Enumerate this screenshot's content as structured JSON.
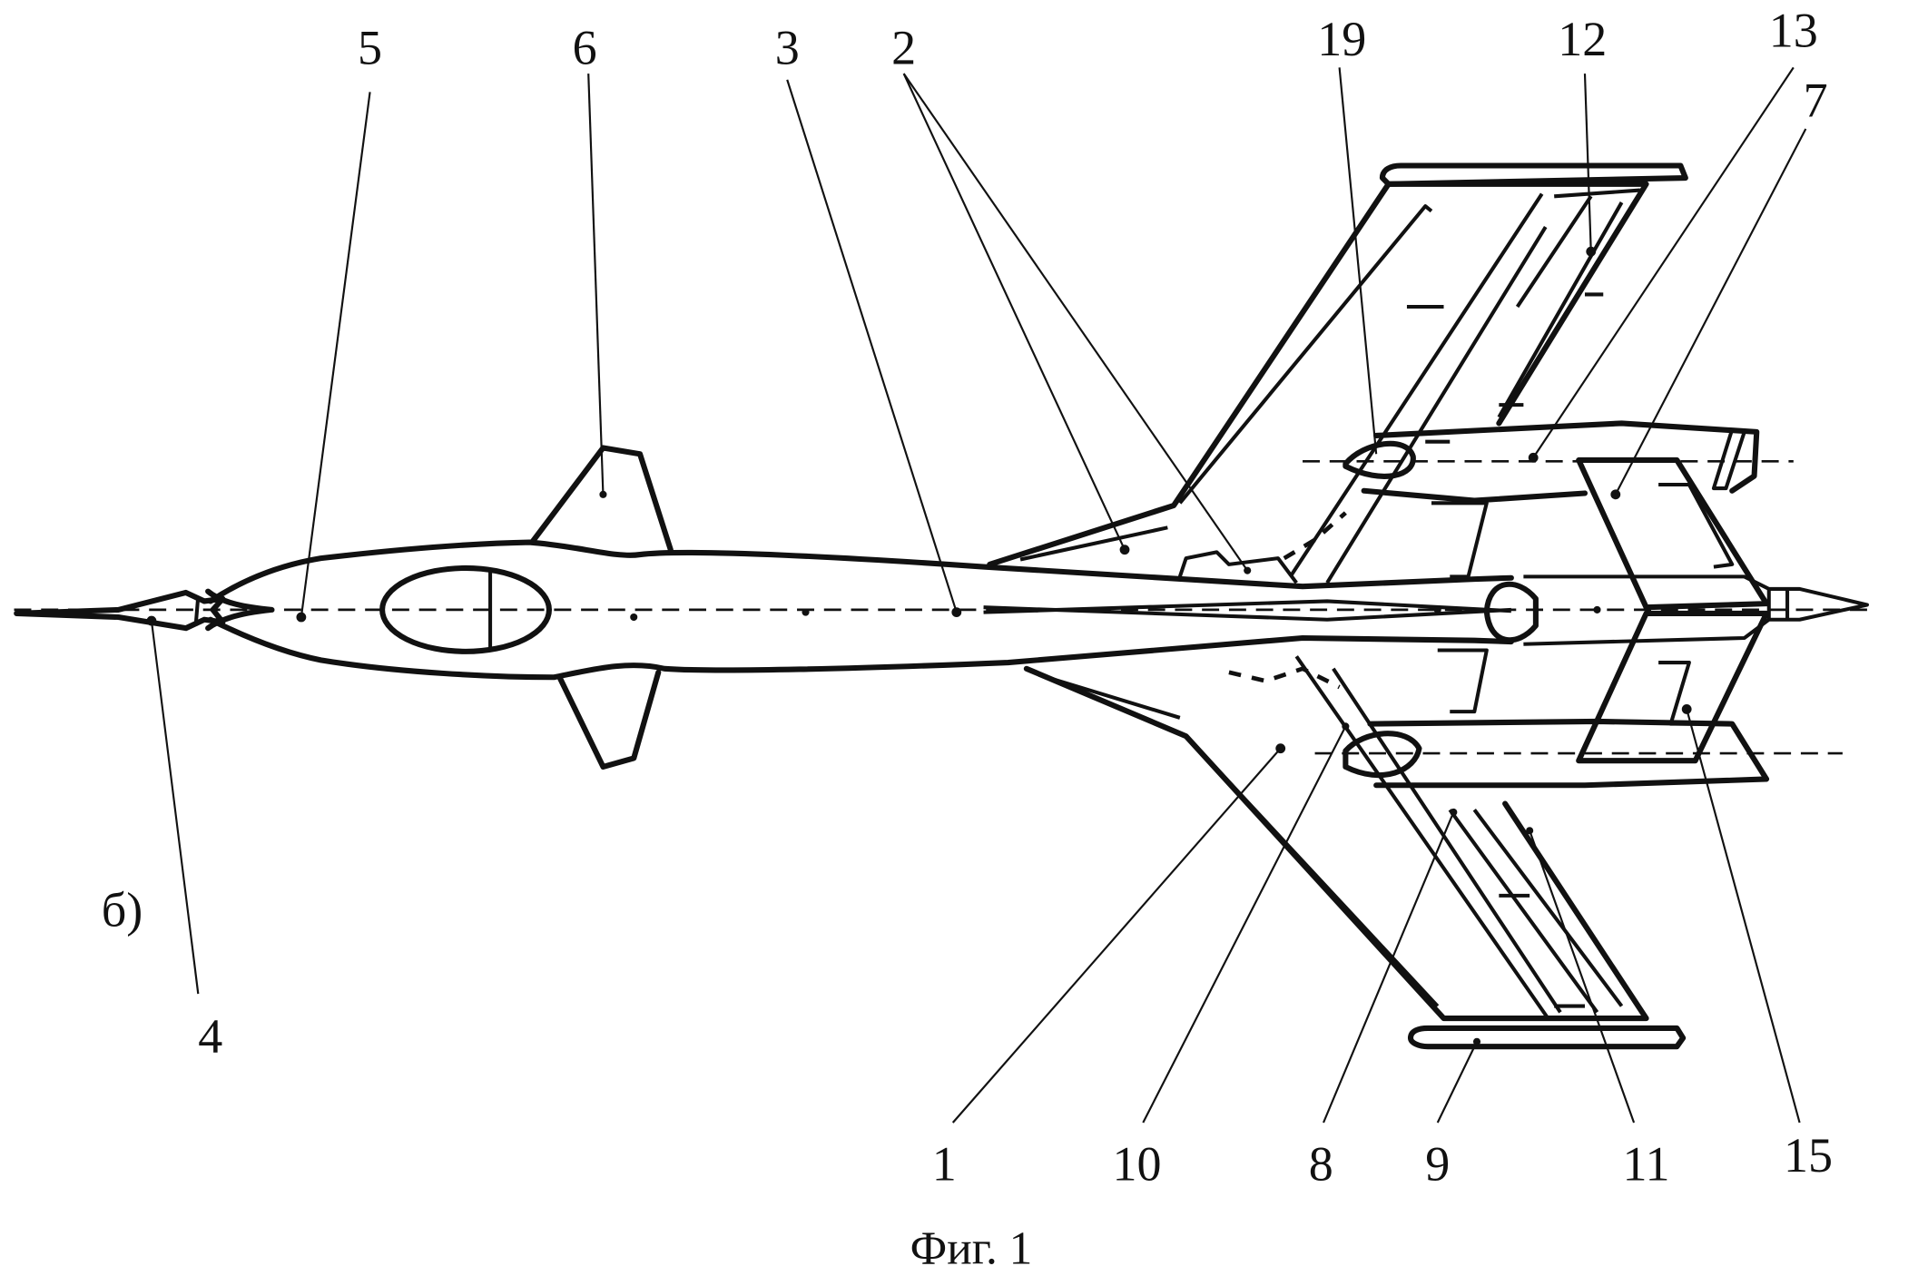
{
  "figure": {
    "caption": "Фиг. 1",
    "view_label": "б)",
    "subject": "aircraft top view (patent drawing)"
  },
  "callouts": [
    {
      "id": "5",
      "text": "5"
    },
    {
      "id": "6",
      "text": "6"
    },
    {
      "id": "3",
      "text": "3"
    },
    {
      "id": "2",
      "text": "2"
    },
    {
      "id": "19",
      "text": "19"
    },
    {
      "id": "12",
      "text": "12"
    },
    {
      "id": "13",
      "text": "13"
    },
    {
      "id": "7",
      "text": "7"
    },
    {
      "id": "4",
      "text": "4"
    },
    {
      "id": "1",
      "text": "1"
    },
    {
      "id": "10",
      "text": "10"
    },
    {
      "id": "8",
      "text": "8"
    },
    {
      "id": "9",
      "text": "9"
    },
    {
      "id": "11",
      "text": "11"
    },
    {
      "id": "15",
      "text": "15"
    }
  ]
}
